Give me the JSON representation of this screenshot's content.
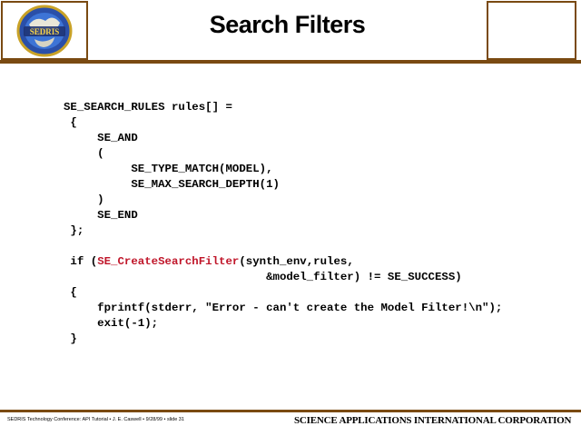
{
  "header": {
    "title": "Search Filters",
    "logo_text": "SEDRIS"
  },
  "code": {
    "lines": [
      [
        "SE_SEARCH_RULES rules[] ="
      ],
      [
        " {"
      ],
      [
        "     SE_AND"
      ],
      [
        "     ("
      ],
      [
        "          SE_TYPE_MATCH(MODEL),"
      ],
      [
        "          SE_MAX_SEARCH_DEPTH(1)"
      ],
      [
        "     )"
      ],
      [
        "     SE_END"
      ],
      [
        " };"
      ],
      [
        ""
      ],
      [
        " if (",
        "SE_CreateSearchFilter",
        "(synth_env,rules,"
      ],
      [
        "                              &model_filter) != SE_SUCCESS)"
      ],
      [
        " {"
      ],
      [
        "     fprintf(stderr, \"Error - can't create the Model Filter!\\n\");"
      ],
      [
        "     exit(-1);"
      ],
      [
        " }"
      ]
    ]
  },
  "footer": {
    "left": "SEDRIS Technology Conference: API Tutorial • J. E. Caswell • 9/28/99 • slide 31",
    "right": "SCIENCE APPLICATIONS INTERNATIONAL CORPORATION"
  },
  "colors": {
    "rule": "#7a4a12",
    "function_highlight": "#c0162a"
  }
}
